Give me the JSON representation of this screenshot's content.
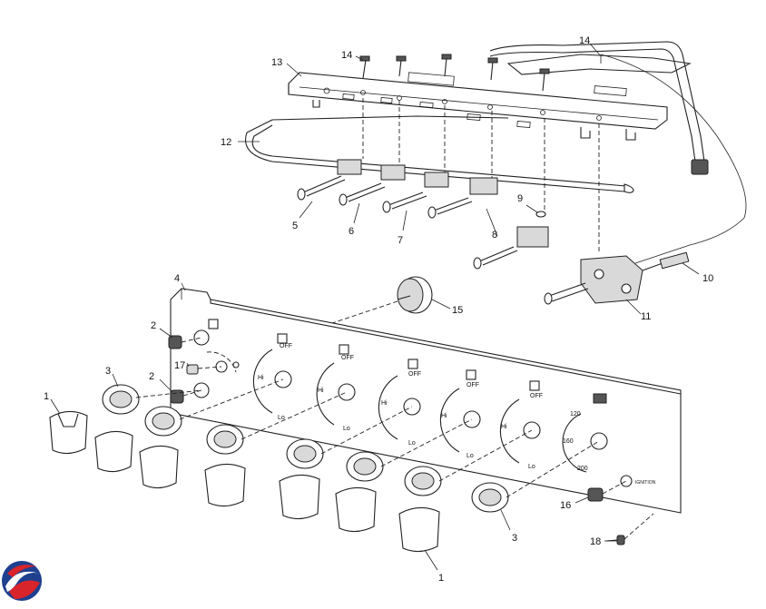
{
  "callouts": {
    "c1a": "1",
    "c1b": "1",
    "c2a": "2",
    "c2b": "2",
    "c3a": "3",
    "c3b": "3",
    "c4": "4",
    "c5": "5",
    "c6": "6",
    "c7": "7",
    "c8": "8",
    "c9": "9",
    "c10": "10",
    "c11": "11",
    "c12": "12",
    "c13": "13",
    "c14a": "14",
    "c14b": "14",
    "c15": "15",
    "c16": "16",
    "c17": "17",
    "c18": "18"
  },
  "panel_markings": {
    "off": "OFF",
    "hi": "Hi",
    "lo": "Lo",
    "temp_120": "120",
    "temp_160": "160",
    "temp_200": "200",
    "ignition": "IGNITION"
  },
  "colors": {
    "logo_blue": "#1f3f8f",
    "logo_red": "#d8242b"
  },
  "logo": {
    "icon": "brand-swirl-logo"
  }
}
